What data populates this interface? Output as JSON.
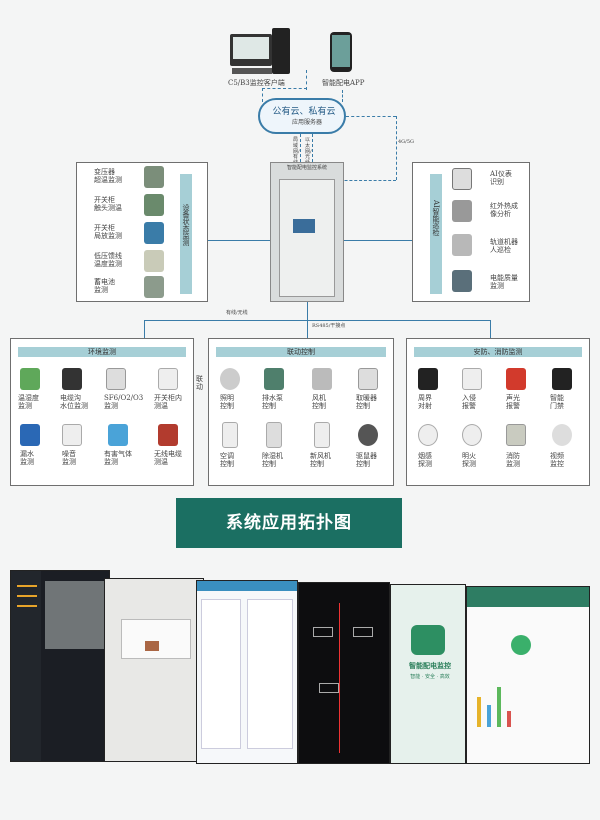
{
  "top": {
    "pc_label": "C5/B3监控客户端",
    "app_label": "智能配电APP",
    "cloud_label": "公有云、私有云",
    "cloud_sub": "应用服务器",
    "link_left": "局域网/有线",
    "link_mid": "以太网/光纤",
    "link_right": "4G/5G"
  },
  "device_panel": {
    "side_label": "设备状态监测",
    "items": [
      "变压器\n超温监测",
      "开关柜\n触头测温",
      "开关柜\n局放监测",
      "低压馈线\n温度监测",
      "蓄电池\n监测"
    ]
  },
  "ai_panel": {
    "side_label": "AI智能巡检",
    "items": [
      "AI仪表\n识别",
      "红外热成\n像分析",
      "轨道机器\n人巡检",
      "电能质量\n监测"
    ]
  },
  "cabinet_label": "智能配电监控系统",
  "bus_labels": {
    "left": "有线/无线",
    "right": "RS485/干接点"
  },
  "env_panel": {
    "title": "环境监测",
    "side": "联动",
    "items": [
      "温湿度\n监测",
      "电缆沟\n水位监测",
      "SF6/O2/O3\n监测",
      "开关柜内\n测温",
      "漏水\n监测",
      "噪音\n监测",
      "有害气体\n监测",
      "无线电缆\n测温"
    ]
  },
  "link_panel": {
    "title": "联动控制",
    "items": [
      "照明\n控制",
      "排水泵\n控制",
      "风机\n控制",
      "取暖器\n控制",
      "空调\n控制",
      "除湿机\n控制",
      "新风机\n控制",
      "驱鼠器\n控制"
    ]
  },
  "sec_panel": {
    "title": "安防、消防监测",
    "items": [
      "周界\n对射",
      "入侵\n报警",
      "声光\n报警",
      "智能\n门禁",
      "烟感\n探测",
      "明火\n探测",
      "消防\n监测",
      "视频\n监控"
    ]
  },
  "caption": "系统应用拓扑图",
  "app_screen": {
    "title": "智能配电监控",
    "subtitle": "智能 · 安全 · 高效"
  },
  "colors": {
    "accent": "#1b6f62",
    "panel_header": "#a6cfd6",
    "line": "#3a7ca8"
  }
}
